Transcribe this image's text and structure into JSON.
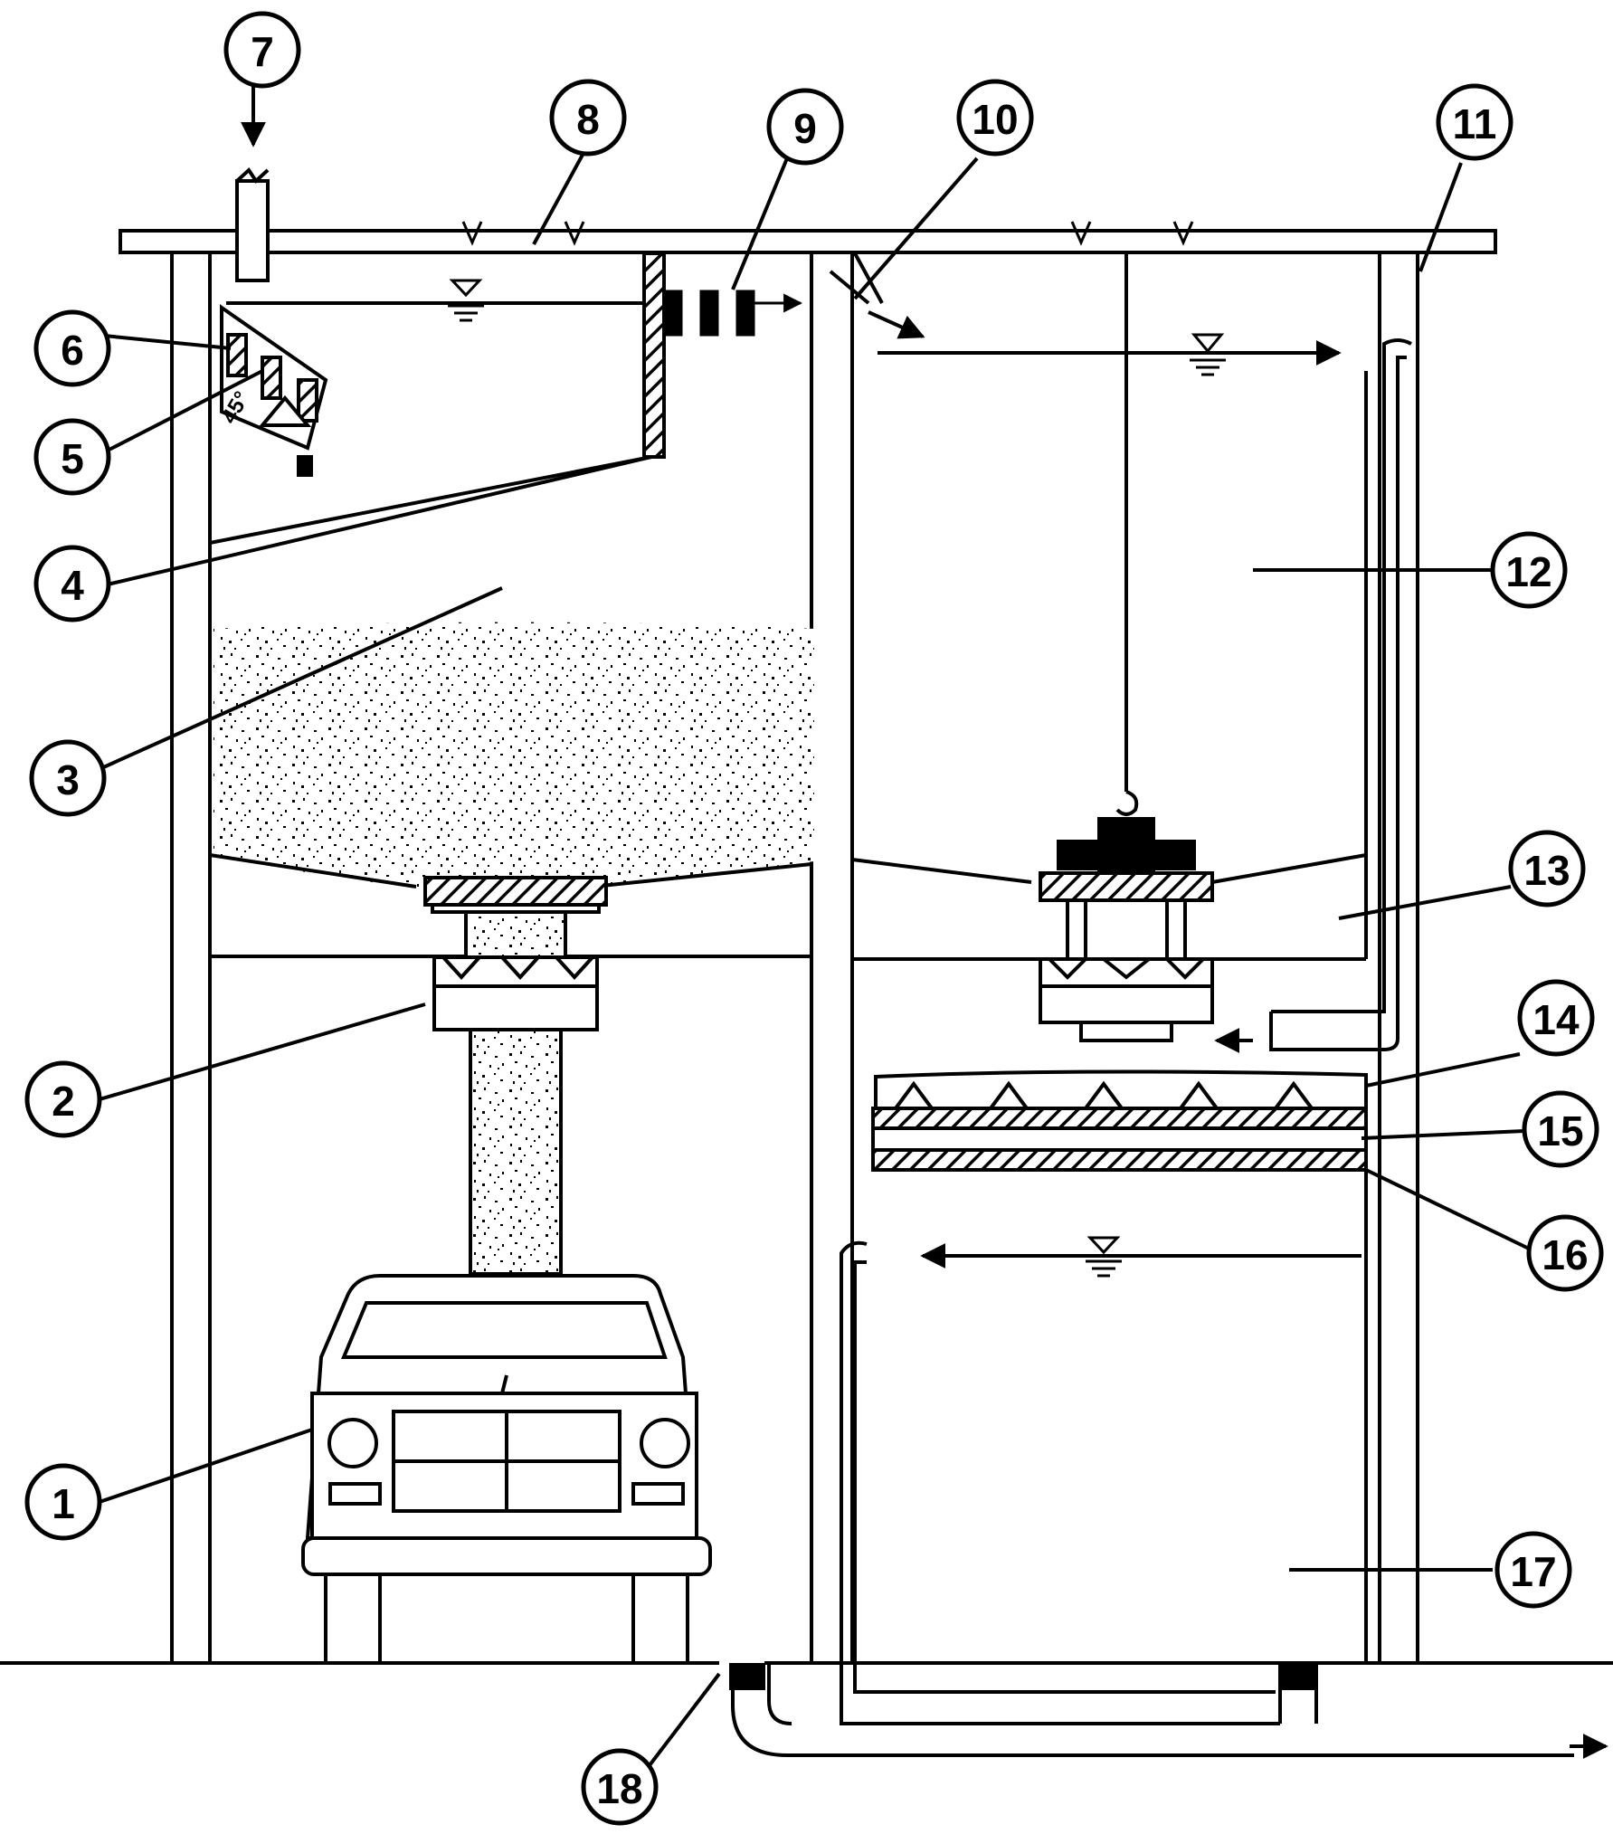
{
  "callouts": [
    {
      "id": "1",
      "label": "1"
    },
    {
      "id": "2",
      "label": "2"
    },
    {
      "id": "3",
      "label": "3"
    },
    {
      "id": "4",
      "label": "4"
    },
    {
      "id": "5",
      "label": "5"
    },
    {
      "id": "6",
      "label": "6"
    },
    {
      "id": "7",
      "label": "7"
    },
    {
      "id": "8",
      "label": "8"
    },
    {
      "id": "9",
      "label": "9"
    },
    {
      "id": "10",
      "label": "10"
    },
    {
      "id": "11",
      "label": "11"
    },
    {
      "id": "12",
      "label": "12"
    },
    {
      "id": "13",
      "label": "13"
    },
    {
      "id": "14",
      "label": "14"
    },
    {
      "id": "15",
      "label": "15"
    },
    {
      "id": "16",
      "label": "16"
    },
    {
      "id": "17",
      "label": "17"
    },
    {
      "id": "18",
      "label": "18"
    }
  ],
  "angle_label": "45°",
  "colors": {
    "line": "#000000",
    "background": "#ffffff"
  }
}
